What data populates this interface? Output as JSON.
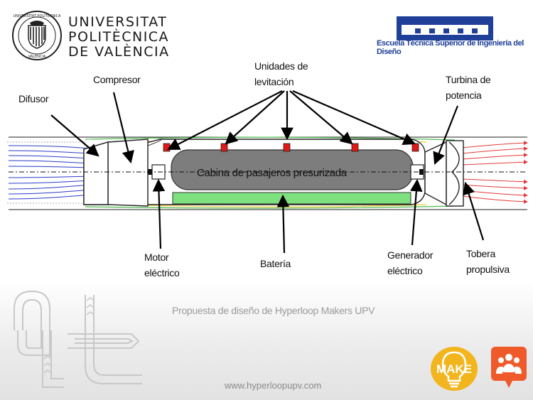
{
  "header": {
    "university_lines": [
      "UNIVERSITAT",
      "POLITÈCNICA",
      "DE VALÈNCIA"
    ],
    "school_name": "Escuela Técnica Superior de Ingeniería del Diseño"
  },
  "diagram": {
    "labels": {
      "difusor": "Difusor",
      "compresor": "Compresor",
      "levitacion_1": "Unidades de",
      "levitacion_2": "levitación",
      "turbina_1": "Turbina de",
      "turbina_2": "potencia",
      "cabina": "Cabina de pasajeros presurizada",
      "motor_1": "Motor",
      "motor_2": "eléctrico",
      "bateria": "Batería",
      "generador_1": "Generador",
      "generador_2": "eléctrico",
      "tobera_1": "Tobera",
      "tobera_2": "propulsiva"
    },
    "colors": {
      "inflow": "#2a3cc8",
      "outflow": "#e23b3b",
      "levitation_unit": "#e01818",
      "battery": "#7ee07e",
      "cabin": "#7d7d7d",
      "flow_green": "#4fb84f",
      "flow_yellow": "#f0d23a"
    }
  },
  "footer": {
    "caption": "Propuesta de diseño de Hyperloop Makers UPV",
    "url": "www.hyperloopupv.com",
    "make_badge": "MAKE"
  }
}
